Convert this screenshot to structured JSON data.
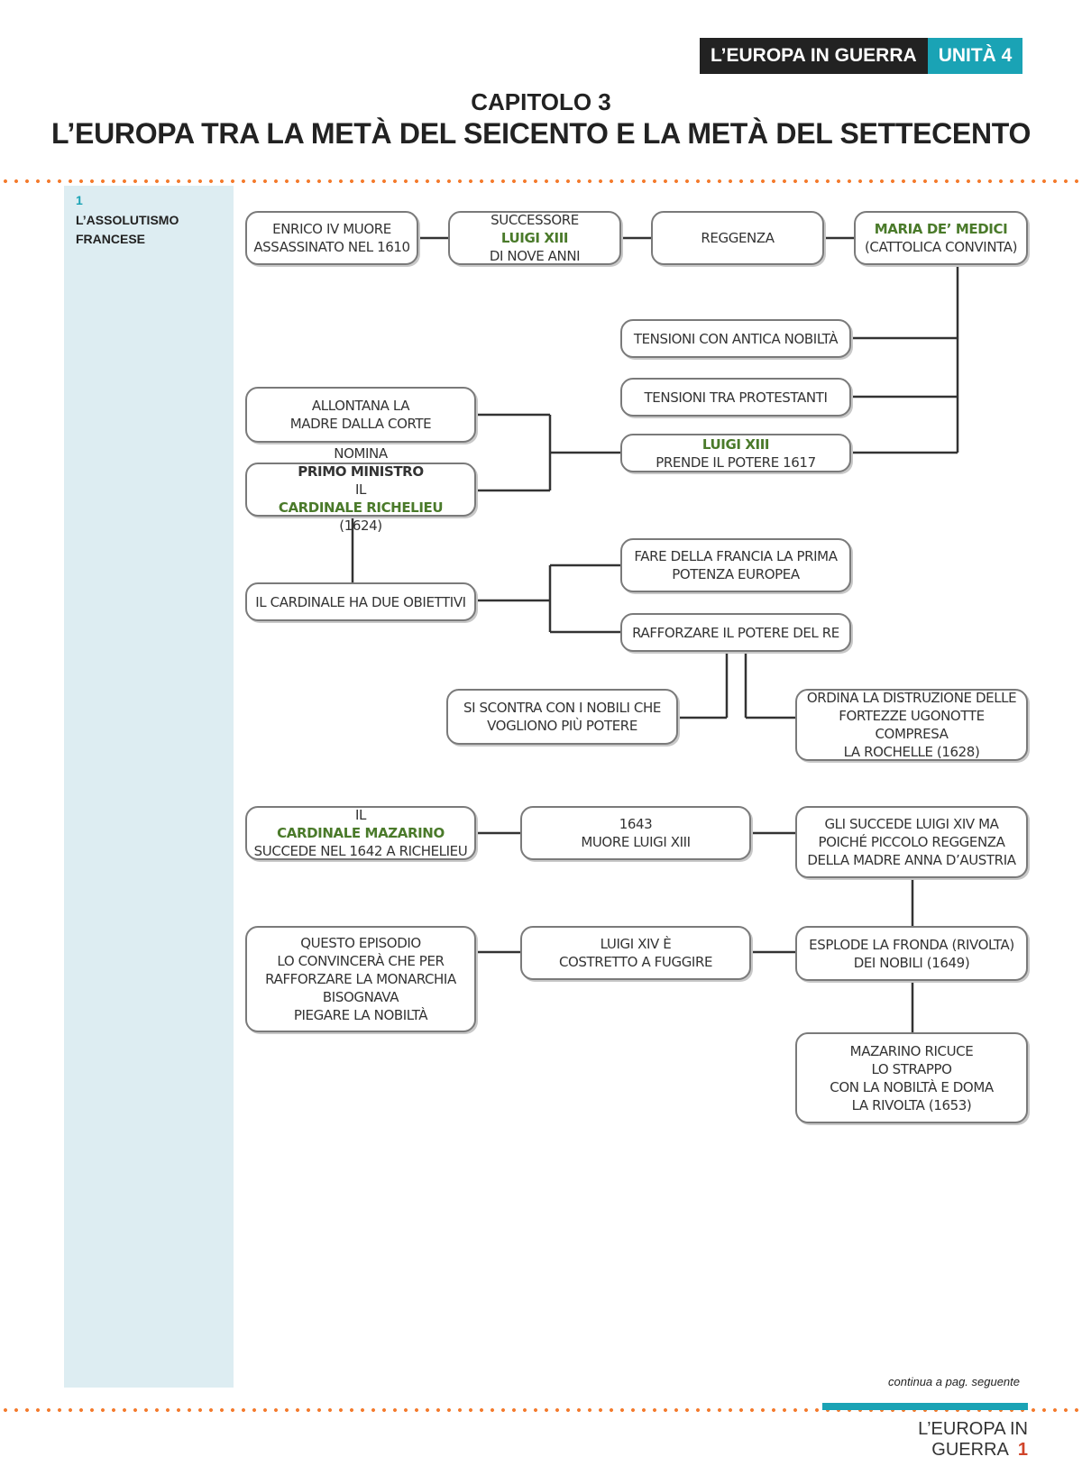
{
  "header": {
    "tag_left": "L’EUROPA IN GUERRA",
    "tag_right": "UNITÀ 4"
  },
  "chapter": "CAPITOLO 3",
  "title": "L’EUROPA TRA LA METÀ DEL SEICENTO E LA METÀ DEL SETTECENTO",
  "section": {
    "number": "1",
    "title": "L’ASSOLUTISMO FRANCESE"
  },
  "boxes": {
    "enrico": {
      "l1": "ENRICO IV MUORE",
      "l2": "ASSASSINATO NEL 1610"
    },
    "successore": {
      "pre": "SUCCESSORE ",
      "hl": "LUIGI XIII",
      "l2": "DI NOVE ANNI"
    },
    "reggenza": {
      "l1": "REGGENZA"
    },
    "maria": {
      "hl": "MARIA DE’ MEDICI",
      "l2": "(CATTOLICA CONVINTA)"
    },
    "tensioni_nobilta": {
      "l1": "TENSIONI CON ANTICA NOBILTÀ"
    },
    "tensioni_protestanti": {
      "l1": "TENSIONI TRA PROTESTANTI"
    },
    "luigi_potere": {
      "hl": "LUIGI XIII",
      "post": " PRENDE IL POTERE 1617"
    },
    "allontana": {
      "l1": "ALLONTANA LA",
      "l2": "MADRE DALLA CORTE"
    },
    "nomina": {
      "pre": "NOMINA ",
      "b": "PRIMO MINISTRO",
      "post": " IL",
      "hl": "CARDINALE RICHELIEU",
      "post2": " (1624)"
    },
    "obiettivi": {
      "l1": "IL CARDINALE HA DUE OBIETTIVI"
    },
    "francia": {
      "l1": "FARE DELLA FRANCIA LA PRIMA",
      "l2": "POTENZA EUROPEA"
    },
    "rafforzare": {
      "l1": "RAFFORZARE IL POTERE DEL RE"
    },
    "scontra": {
      "l1": "SI SCONTRA CON I NOBILI CHE",
      "l2": "VOGLIONO PIÙ POTERE"
    },
    "ordina": {
      "l1": "ORDINA LA DISTRUZIONE DELLE",
      "l2": "FORTEZZE UGONOTTE COMPRESA",
      "l3": "LA ROCHELLE (1628)"
    },
    "mazarino": {
      "pre": "IL ",
      "hl": "CARDINALE MAZARINO",
      "l2": "SUCCEDE NEL 1642 A RICHELIEU"
    },
    "muore": {
      "l1": "1643",
      "l2": "MUORE LUIGI XIII"
    },
    "succede": {
      "l1": "GLI SUCCEDE LUIGI XIV MA",
      "l2": "POICHÉ PICCOLO REGGENZA",
      "l3": "DELLA MADRE ANNA D’AUSTRIA"
    },
    "episodio": {
      "l1": "QUESTO EPISODIO",
      "l2": "LO CONVINCERÀ CHE PER",
      "l3": "RAFFORZARE LA MONARCHIA",
      "l4": "BISOGNAVA",
      "l5": "PIEGARE LA NOBILTÀ"
    },
    "fuggire": {
      "l1": "LUIGI XIV È",
      "l2": "COSTRETTO A FUGGIRE"
    },
    "fronda": {
      "l1": "ESPLODE LA FRONDA (RIVOLTA)",
      "l2": "DEI NOBILI (1649)"
    },
    "ricuce": {
      "l1": "MAZARINO RICUCE",
      "l2": "LO STRAPPO",
      "l3": "CON LA NOBILTÀ E DOMA",
      "l4": "LA RIVOLTA (1653)"
    }
  },
  "continua": "continua a pag. seguente",
  "footer": {
    "text": "L’EUROPA IN GUERRA",
    "page": "1"
  }
}
